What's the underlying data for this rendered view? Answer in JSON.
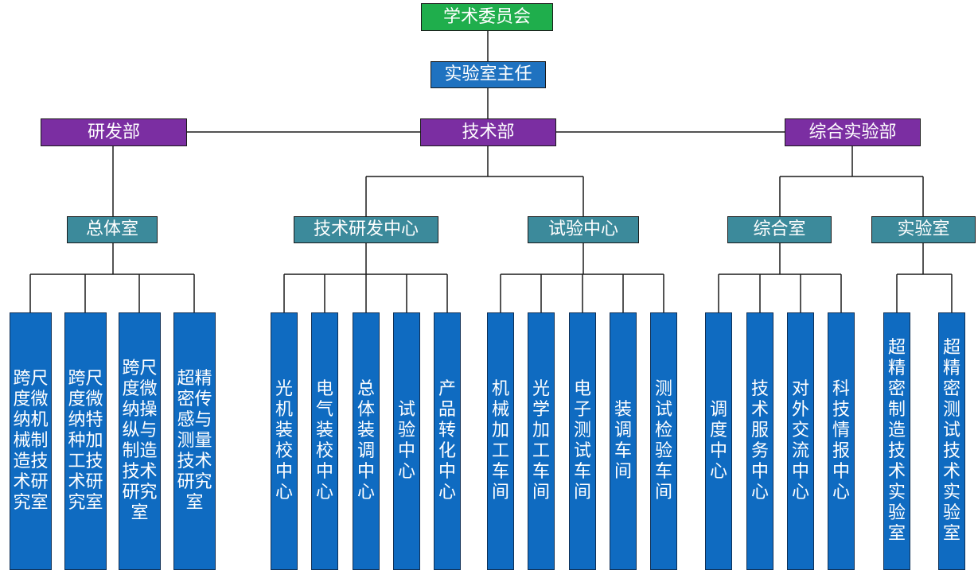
{
  "colors": {
    "top": "#1fae4c",
    "director": "#1f72c0",
    "department": "#7b2ea2",
    "sub_unit": "#3c8a9b",
    "leaf": "#0f6bc1",
    "connector": "#1a1a1a"
  },
  "org": {
    "committee": "学术委员会",
    "director": "实验室主任",
    "departments": {
      "rd": {
        "name": "研发部",
        "general_office": "总体室",
        "labs": [
          "跨尺度微纳机械制造技术研究室",
          "跨尺度微纳特种加工技术研究室",
          "跨尺度微纳操纵与制造技术研究室",
          "超精密传感与测量技术研究室"
        ]
      },
      "tech": {
        "name": "技术部",
        "rd_center": "技术研发中心",
        "rd_center_units": [
          "光机装校中心",
          "电气装校中心",
          "总体装调中心",
          "试验中心",
          "产品转化中心"
        ],
        "test_center": "试验中心",
        "test_center_units": [
          "机械加工车间",
          "光学加工车间",
          "电子测试车间",
          "装调车间",
          "测试检验车间"
        ]
      },
      "general_lab": {
        "name": "综合实验部",
        "general_room": "综合室",
        "general_room_units": [
          "调度中心",
          "技术服务中心",
          "对外交流中心",
          "科技情报中心"
        ],
        "lab_room": "实验室",
        "lab_room_units": [
          "超精密制造技术实验室",
          "超精密测试技术实验室"
        ]
      }
    }
  }
}
